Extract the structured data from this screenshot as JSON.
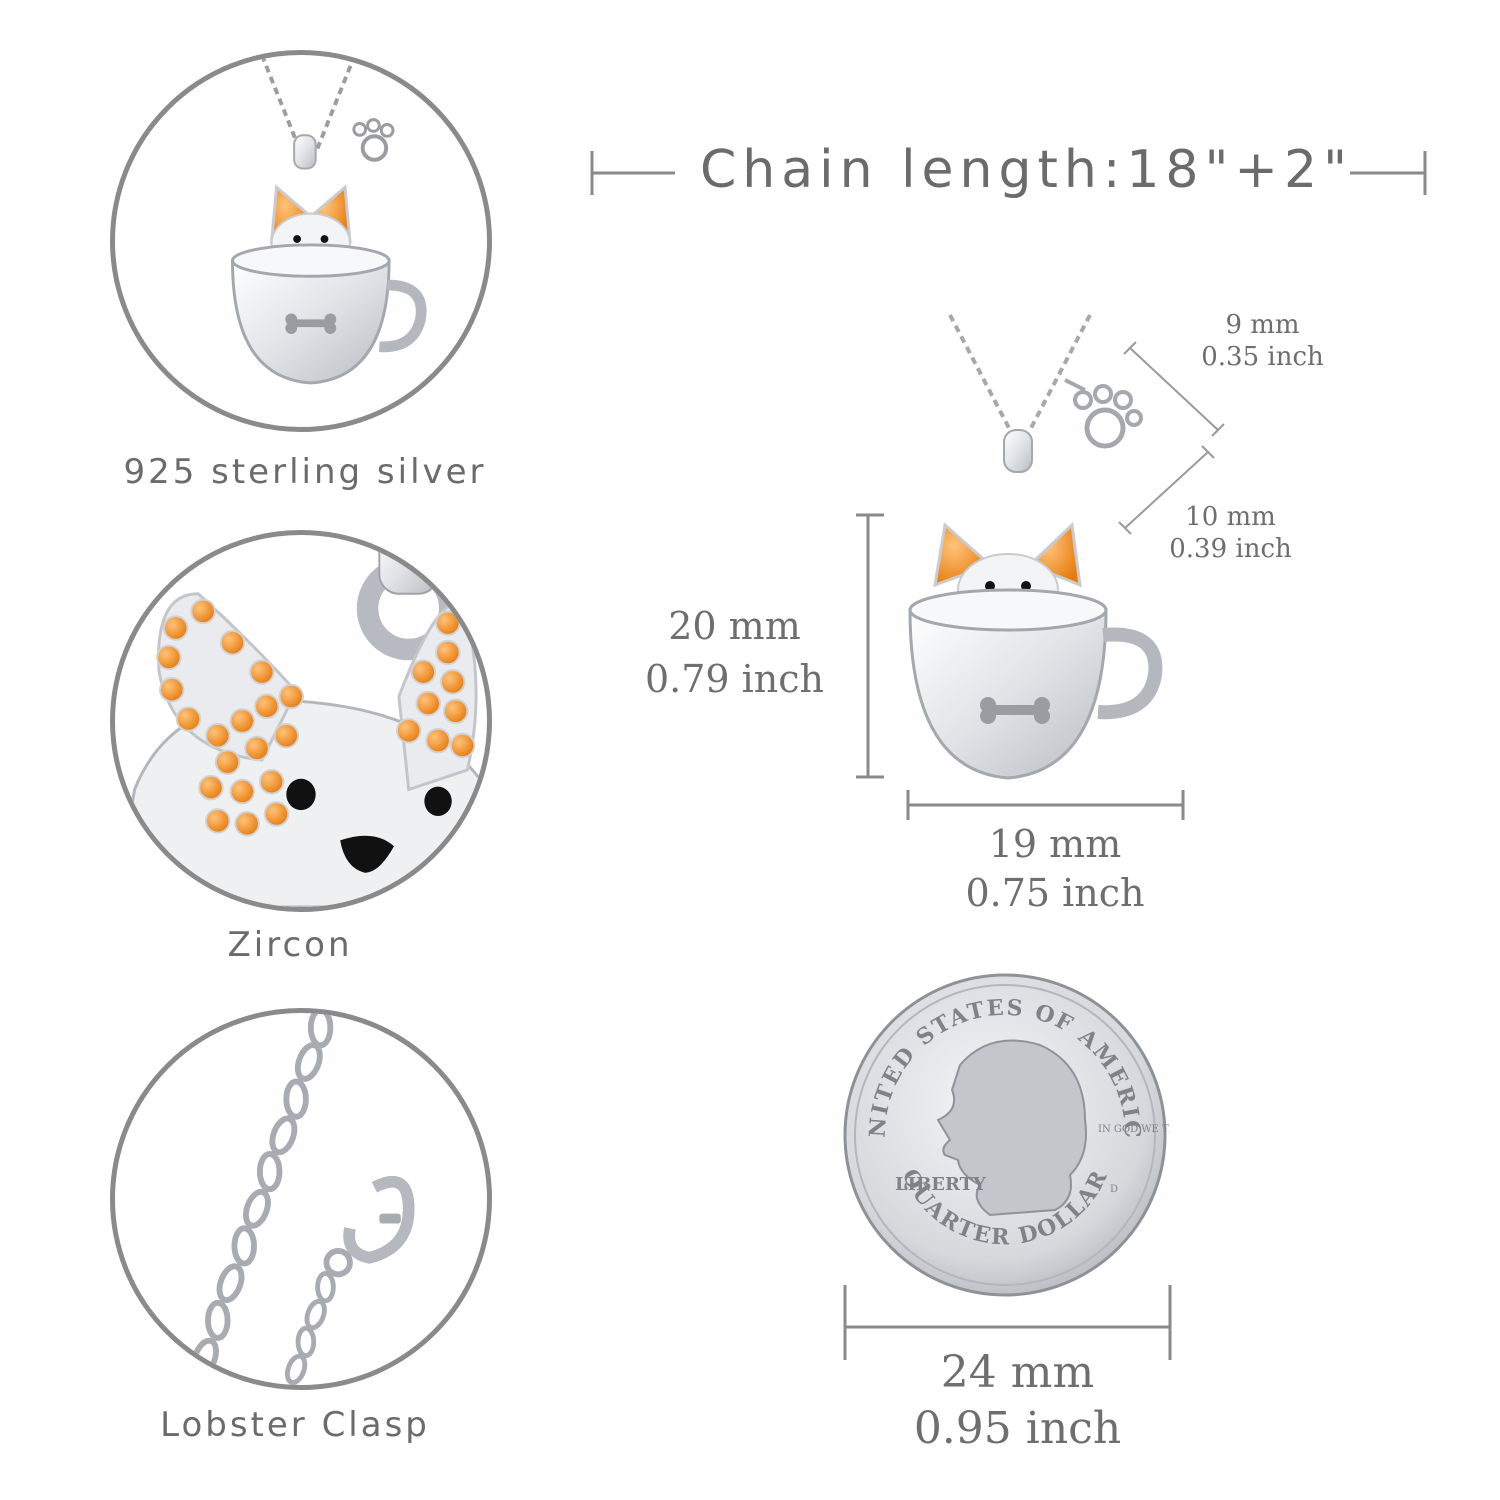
{
  "chain": {
    "title": "Chain length:18\"+2\""
  },
  "features": [
    {
      "caption": "925 sterling silver"
    },
    {
      "caption": "Zircon"
    },
    {
      "caption": "Lobster Clasp"
    }
  ],
  "dimensions": {
    "paw_mm": "9 mm",
    "paw_inch": "0.35 inch",
    "charm_mm": "10 mm",
    "charm_inch": "0.39 inch",
    "height_mm": "20 mm",
    "height_inch": "0.79 inch",
    "width_mm": "19 mm",
    "width_inch": "0.75 inch",
    "coin_mm": "24 mm",
    "coin_inch": "0.95 inch"
  },
  "coin": {
    "top_text": "UNITED STATES OF AMERICA",
    "bottom_text": "QUARTER DOLLAR",
    "motto": "IN GOD WE TRUST",
    "liberty": "LIBERTY",
    "mint": "D"
  },
  "colors": {
    "zircon": "#f0901e",
    "silver": "#d8dadf",
    "outline": "#8a8a8a",
    "text": "#6b6b6b"
  }
}
